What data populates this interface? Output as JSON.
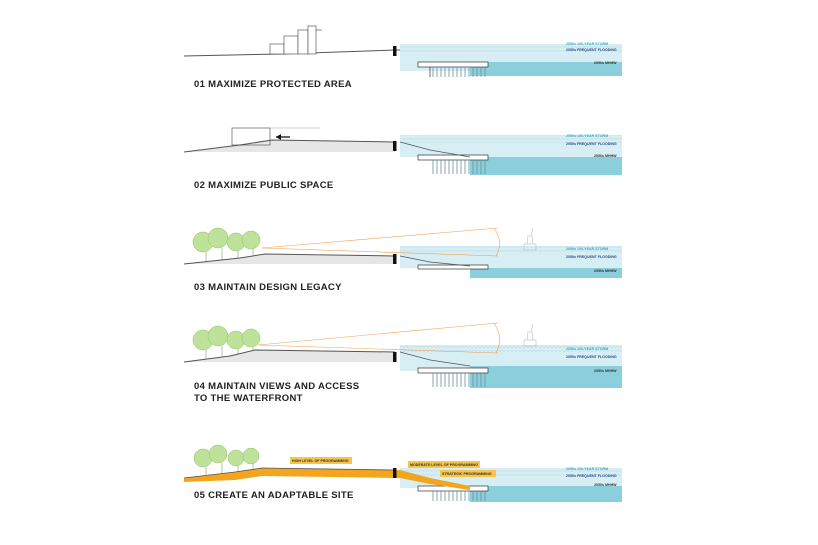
{
  "colors": {
    "water": "#8ccfdc",
    "water_light": "#cfeaf1",
    "storm_text": "#3aa6c2",
    "flood_text": "#2a4a8a",
    "ground": "#555555",
    "program": "#f2a51d",
    "trees": "#bfe29a",
    "sightline": "#f0a050"
  },
  "sections": [
    {
      "caption": "01  MAXIMIZE PROTECTED AREA",
      "levels": [
        "2050s 100-YEAR STORM",
        "2050s FREQUENT FLOODING",
        "2050s MHHW"
      ]
    },
    {
      "caption": "02  MAXIMIZE PUBLIC SPACE",
      "levels": [
        "2050s 100-YEAR STORM",
        "2050s FREQUENT FLOODING",
        "2050s MHHW"
      ]
    },
    {
      "caption": "03  MAINTAIN DESIGN LEGACY",
      "levels": [
        "2050s 100-YEAR STORM",
        "2050s FREQUENT FLOODING",
        "2050s MHHW"
      ]
    },
    {
      "caption_line1": "04  MAINTAIN VIEWS AND ACCESS",
      "caption_line2": "TO THE WATERFRONT",
      "levels": [
        "2050s 100-YEAR STORM",
        "2050s FREQUENT FLOODING",
        "2050s MHHW"
      ]
    },
    {
      "caption": "05  CREATE AN ADAPTABLE SITE",
      "levels": [
        "2050s 100-YEAR STORM",
        "2050s FREQUENT FLOODING",
        "2050s MHHW"
      ],
      "programming": {
        "high": "HIGH LEVEL OF PROGRAMMING",
        "moderate": "MODERATE LEVEL OF PROGRAMMING",
        "strategic": "STRATEGIC PROGRAMMING"
      }
    }
  ]
}
